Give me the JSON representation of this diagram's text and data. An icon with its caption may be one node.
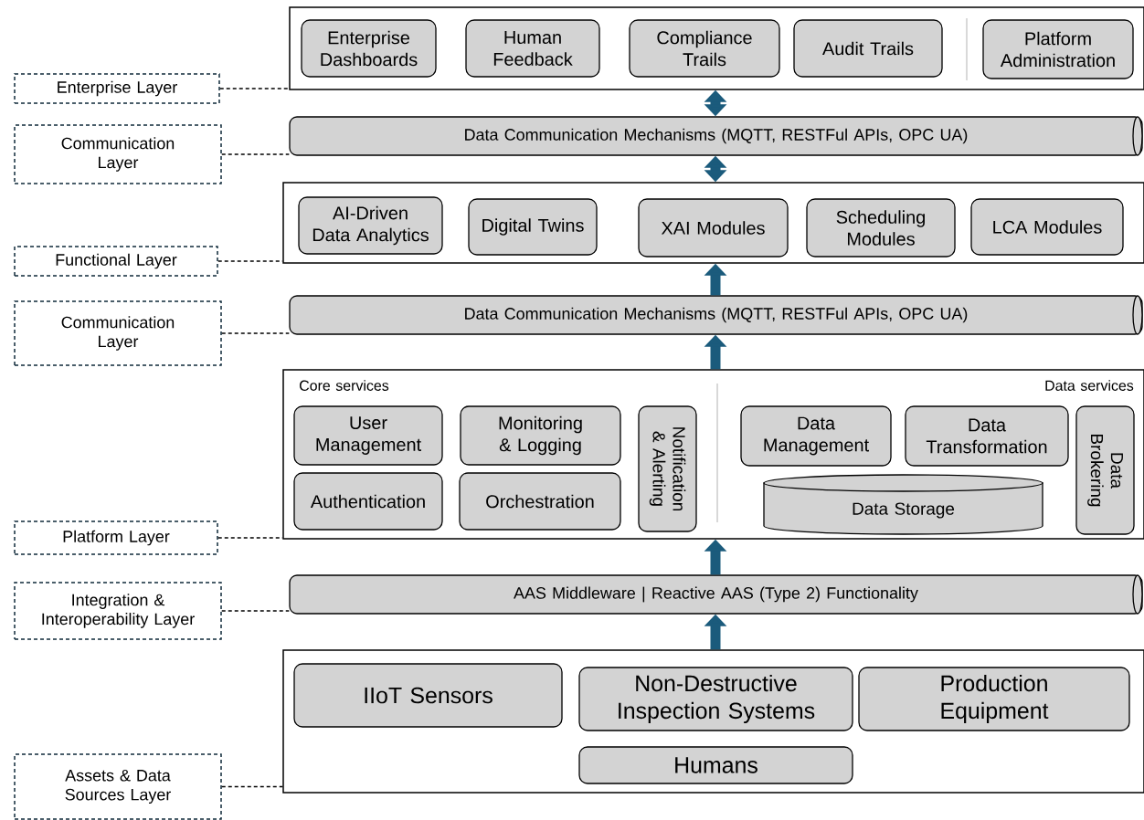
{
  "diagram": {
    "nodes": [
      {
        "text": [],
        "shape": "box"
      },
      {
        "text": [
          "Enterprise Dashboards"
        ],
        "in": 0
      },
      {
        "text": [
          "Human Feedback"
        ],
        "in": 0
      },
      {
        "text": [
          "Compliance Trails"
        ],
        "in": 0
      },
      {
        "text": [
          "Audit Trails"
        ],
        "in": 0
      },
      {
        "text": [
          "Platform Administration"
        ],
        "in": 0
      },
      {
        "text": [
          "Enterprise Layer"
        ]
      },
      {
        "text": [
          "Data Communication Mechanisms (MQTT, RESTFul APIs, OPC UA)"
        ]
      },
      {
        "text": [
          "Communication Layer"
        ]
      },
      {
        "text": [],
        "shape": "box"
      },
      {
        "text": [
          "AI-Driven Data Analytics"
        ],
        "in": 9
      },
      {
        "text": [
          "Digital Twins"
        ],
        "in": 9
      },
      {
        "text": [
          "XAI Modules"
        ],
        "in": 9
      },
      {
        "text": [
          "Scheduling Modules"
        ],
        "in": 9
      },
      {
        "text": [
          "LCA Modules"
        ],
        "in": 9
      },
      {
        "text": [
          "Functional Layer"
        ]
      },
      {
        "text": [
          "Data Communication Mechanisms (MQTT, RESTFul APIs, OPC UA)"
        ]
      },
      {
        "text": [
          "Communication Layer"
        ]
      },
      {
        "text": [
          "Core services",
          "Data services"
        ]
      },
      {
        "text": [
          "User Management"
        ],
        "in": 18
      },
      {
        "text": [
          "Monitoring & Logging"
        ],
        "in": 18
      },
      {
        "text": [
          "Notification & Alerting"
        ],
        "in": 18
      },
      {
        "text": [
          "Data Management"
        ],
        "in": 18
      },
      {
        "text": [
          "Data Transformation"
        ],
        "in": 18
      },
      {
        "text": [
          "Data Brokering"
        ],
        "in": 18
      },
      {
        "text": [
          "Authentication"
        ],
        "in": 18
      },
      {
        "text": [
          "Orchestration"
        ],
        "in": 18
      },
      {
        "text": [
          "Data Storage"
        ],
        "in": 18
      },
      {
        "text": [
          "Platform Layer"
        ]
      },
      {
        "text": [
          "AAS Middleware | Reactive AAS (Type 2) Functionality"
        ]
      },
      {
        "text": [
          "Integration & Interoperability Layer"
        ]
      },
      {
        "text": [],
        "shape": "box"
      },
      {
        "text": [
          "IIoT Sensors"
        ],
        "in": 31
      },
      {
        "text": [
          "Non-Destructive Inspection Systems"
        ],
        "in": 31
      },
      {
        "text": [
          "Production Equipment"
        ],
        "in": 31
      },
      {
        "text": [
          "Humans"
        ],
        "in": 31
      },
      {
        "text": [
          "Assets & Data Sources Layer"
        ]
      }
    ],
    "edges": [
      {
        "from": 6,
        "to": 0,
        "arrow": "none",
        "style": "dashed"
      },
      {
        "from": 8,
        "to": 7,
        "arrow": "none",
        "style": "dashed"
      },
      {
        "from": 15,
        "to": 9,
        "arrow": "none",
        "style": "dashed"
      },
      {
        "from": 17,
        "to": 16,
        "arrow": "none",
        "style": "dashed"
      },
      {
        "from": 28,
        "to": 18,
        "arrow": "none",
        "style": "dashed"
      },
      {
        "from": 30,
        "to": 29,
        "arrow": "none",
        "style": "dashed"
      },
      {
        "from": 36,
        "to": 31,
        "arrow": "none",
        "style": "dashed"
      },
      {
        "from": 7,
        "to": 0,
        "arrow": "both",
        "style": "thick",
        "color": "#1b5b7c"
      },
      {
        "from": 7,
        "to": 9,
        "arrow": "both",
        "style": "thick",
        "color": "#1b5b7c"
      },
      {
        "from": 16,
        "to": 9,
        "arrow": "to",
        "style": "thick",
        "color": "#1b5b7c"
      },
      {
        "from": 18,
        "to": 16,
        "arrow": "to",
        "style": "thick",
        "color": "#1b5b7c"
      },
      {
        "from": 29,
        "to": 18,
        "arrow": "to",
        "style": "thick",
        "color": "#1b5b7c"
      },
      {
        "from": 31,
        "to": 29,
        "arrow": "to",
        "style": "thick",
        "color": "#1b5b7c"
      }
    ]
  }
}
